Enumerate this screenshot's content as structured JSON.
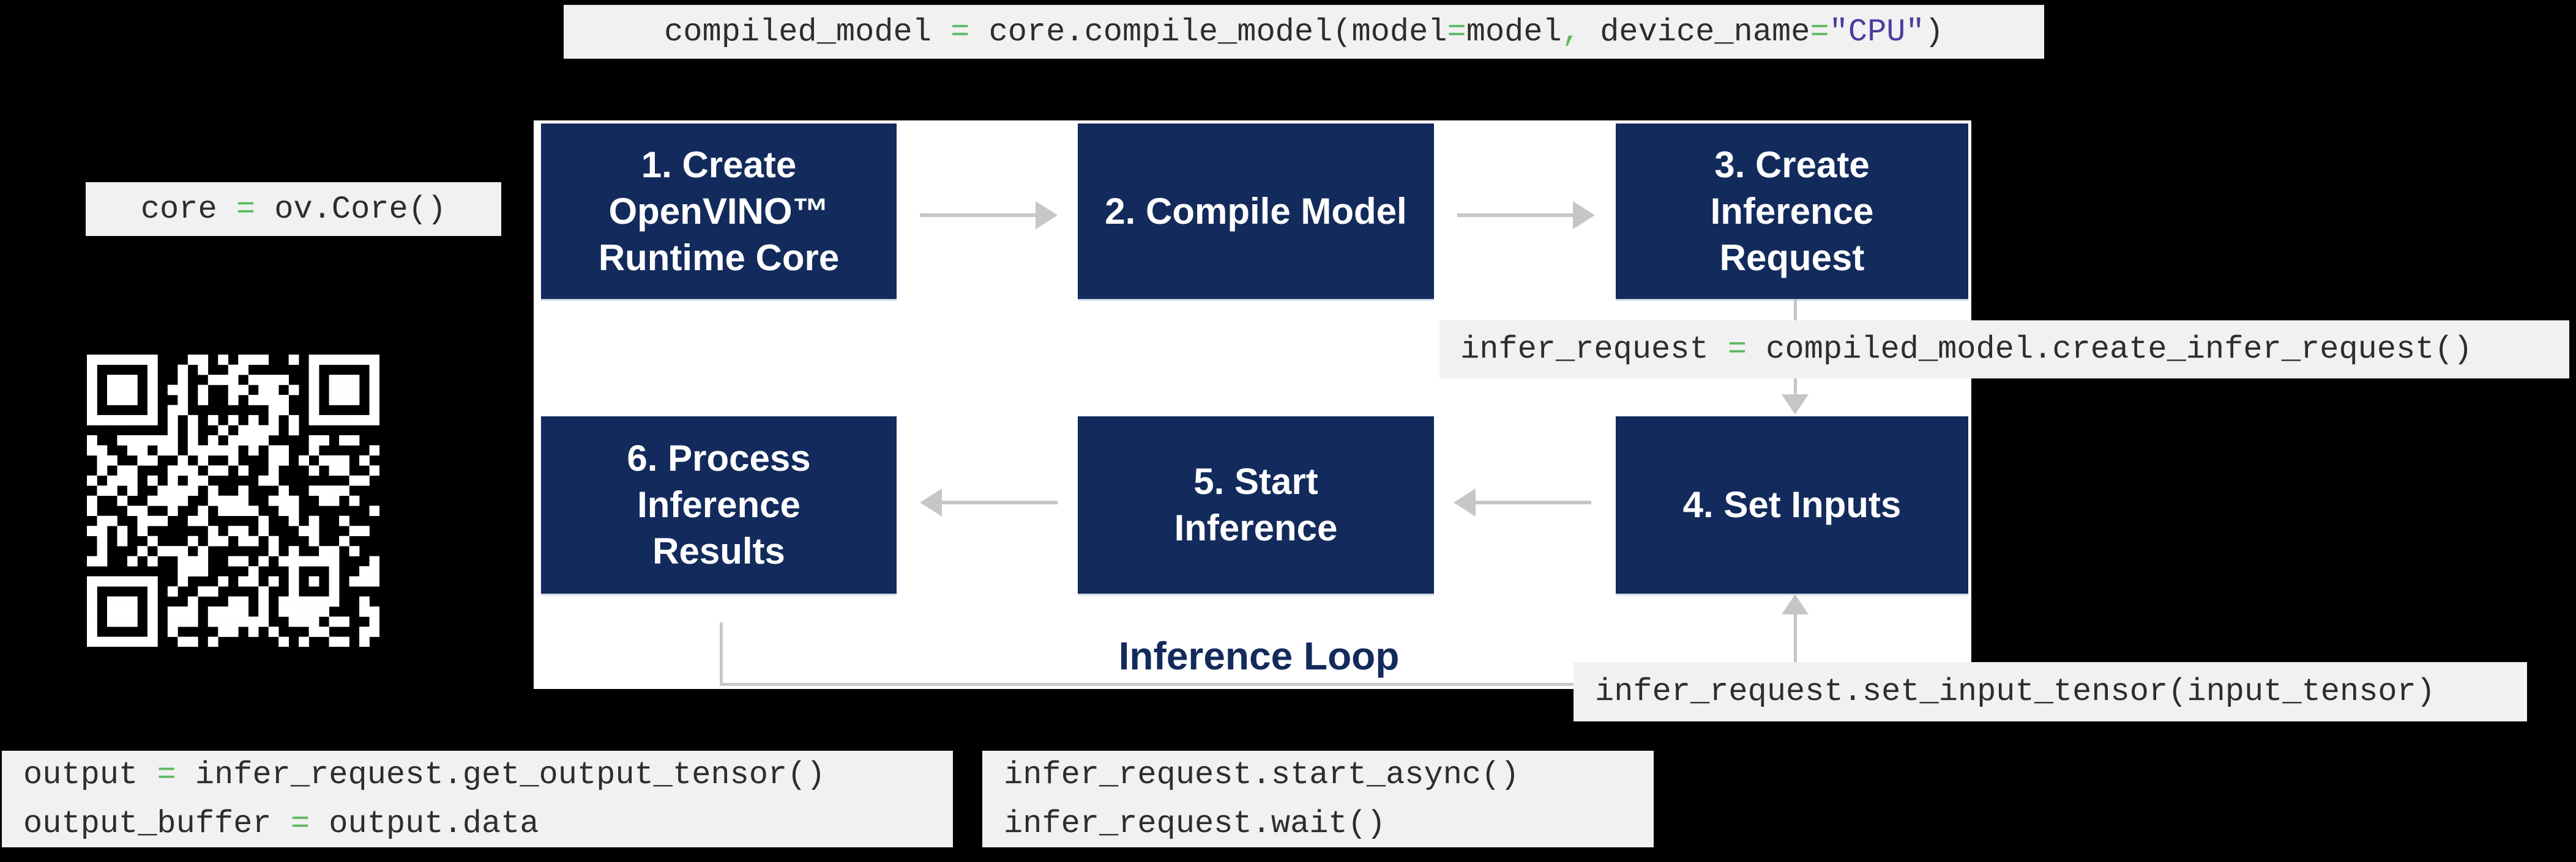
{
  "colors": {
    "background": "#000000",
    "panel": "#ffffff",
    "box_navy": "#132a5c",
    "code_background": "#f1f1f2",
    "code_text": "#2d2d2d",
    "operator_green": "#5bb95d",
    "string_purple": "#4a3d9c",
    "arrow_gray": "#c6c6c9"
  },
  "code_snippets": {
    "compile_model": [
      {
        "t": "compiled_model "
      },
      {
        "t": "=",
        "c": "op"
      },
      {
        "t": " core.compile_model(model"
      },
      {
        "t": "=",
        "c": "op"
      },
      {
        "t": "model"
      },
      {
        "t": ",",
        "c": "op"
      },
      {
        "t": " device_name"
      },
      {
        "t": "=",
        "c": "op"
      },
      {
        "t": "\"CPU\"",
        "c": "str"
      },
      {
        "t": ")"
      }
    ],
    "create_core": [
      {
        "t": "core "
      },
      {
        "t": "=",
        "c": "op"
      },
      {
        "t": " ov.Core()"
      }
    ],
    "create_infer_request": [
      {
        "t": "infer_request "
      },
      {
        "t": "=",
        "c": "op"
      },
      {
        "t": " compiled_model.create_infer_request()"
      }
    ],
    "set_input_tensor": [
      {
        "t": "infer_request.set_input_tensor(input_tensor)"
      }
    ],
    "get_output": [
      [
        {
          "t": "output "
        },
        {
          "t": "=",
          "c": "op"
        },
        {
          "t": " infer_request.get_output_tensor()"
        }
      ],
      [
        {
          "t": "output_buffer "
        },
        {
          "t": "=",
          "c": "op"
        },
        {
          "t": " output.data"
        }
      ]
    ],
    "start_wait": [
      [
        {
          "t": "infer_request.start_async()"
        }
      ],
      [
        {
          "t": "infer_request.wait()"
        }
      ]
    ]
  },
  "diagram": {
    "loop_label": "Inference Loop",
    "boxes": {
      "step1": {
        "lines": [
          "1. Create",
          "OpenVINO™",
          "Runtime Core"
        ]
      },
      "step2": {
        "lines": [
          "2. Compile Model"
        ]
      },
      "step3": {
        "lines": [
          "3. Create",
          "Inference",
          "Request"
        ]
      },
      "step4": {
        "lines": [
          "4. Set Inputs"
        ]
      },
      "step5": {
        "lines": [
          "5. Start",
          "Inference"
        ]
      },
      "step6": {
        "lines": [
          "6. Process",
          "Inference",
          "Results"
        ]
      }
    }
  },
  "qr": {
    "modules": 29,
    "style": "white-on-black"
  }
}
